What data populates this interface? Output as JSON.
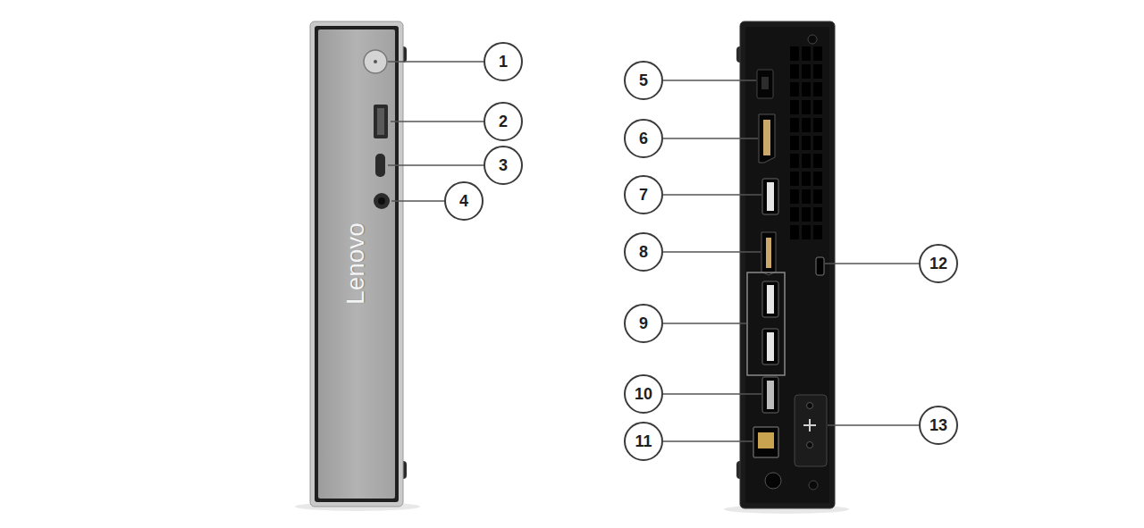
{
  "diagram": {
    "labels": [
      "1",
      "2",
      "3",
      "4",
      "5",
      "6",
      "7",
      "8",
      "9",
      "10",
      "11",
      "12",
      "13",
      "Lenovo"
    ]
  }
}
